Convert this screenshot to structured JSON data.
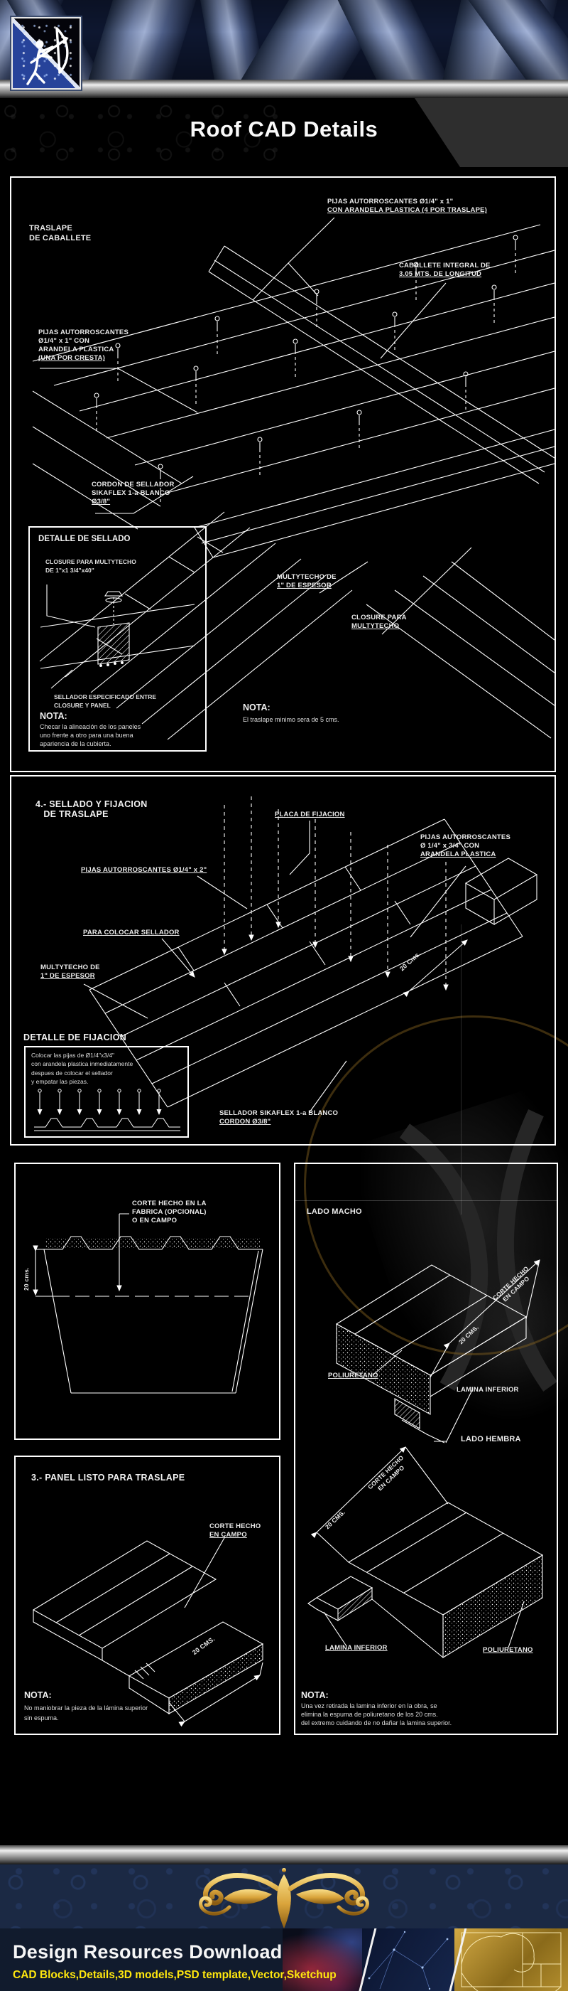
{
  "header": {
    "title": "Roof CAD Details",
    "logo_name": "archer-logo"
  },
  "p1": {
    "traslape": "TRASLAPE\nDE CABALLETE",
    "pijas_top": "PIJAS AUTORROSCANTES Ø1/4\" x 1\"\nCON ARANDELA PLASTICA (4 POR TRASLAPE)",
    "caballete": "CABALLETE INTEGRAL DE\n3.05 MTS. DE LONGITUD",
    "pijas_left": "PIJAS AUTORROSCANTES\nØ1/4\" x 1\" CON\nARANDELA PLASTICA\n(UNA POR CRESTA)",
    "cordon": "CORDON DE SELLADOR\nSIKAFLEX 1-a BLANCO\nØ3/8\"",
    "multytecho": "MULTYTECHO DE\n1\" DE ESPESOR",
    "closure": "CLOSURE PARA\nMULTYTECHO",
    "nota_label": "NOTA:",
    "nota_text": "El traslape minimo sera de 5 cms.",
    "detail": {
      "title": "DETALLE DE SELLADO",
      "closure": "CLOSURE PARA MULTYTECHO\nDE 1\"x1 3/4\"x40\"",
      "sellador": "SELLADOR ESPECIFICADO ENTRE\nCLOSURE Y PANEL",
      "nota_label": "NOTA:",
      "nota_text": "Checar la alineación de los paneles\nuno frente a otro para una buena\napariencia de la cubierta."
    }
  },
  "p2": {
    "title": "4.- SELLADO Y FIJACION\n   DE TRASLAPE",
    "placa": "PLACA DE FIJACION",
    "pijas_izq": "PIJAS AUTORROSCANTES Ø1/4\" x 2\"",
    "pijas_der": "PIJAS AUTORROSCANTES\nØ 1/4\" x 3/4\" CON\nARANDELA PLASTICA",
    "para_colocar": "PARA COLOCAR SELLADOR",
    "multytecho": "MULTYTECHO DE\n1\" DE ESPESOR",
    "dim20": "20 Cms.",
    "detail_title": "DETALLE DE FIJACION",
    "detail_text": "Colocar las pijas de Ø1/4\"x3/4\"\ncon arandela plastica inmediatamente\ndespues de colocar el sellador\ny empatar las piezas.",
    "sellador_sika": "SELLADOR SIKAFLEX 1-a BLANCO\nCORDON Ø3/8\""
  },
  "p3": {
    "corte": "CORTE HECHO EN LA\nFABRICA (OPCIONAL)\nO EN CAMPO",
    "dim20": "20 cms."
  },
  "p4": {
    "title": "3.- PANEL LISTO PARA TRASLAPE",
    "corte": "CORTE HECHO\nEN CAMPO",
    "dim20": "20 CMS.",
    "nota_label": "NOTA:",
    "nota_text": "No maniobrar la pieza de la lámina superior\nsin espuma."
  },
  "pr": {
    "macho": "LADO MACHO",
    "hembra": "LADO HEMBRA",
    "dim20_macho": "20 CMS.",
    "corte_macho": "CORTE HECHO\nEN CAMPO",
    "dim20_hembra": "20 CMS.",
    "corte_hembra": "CORTE HECHO\nEN CAMPO",
    "poliuretano_macho": "POLIURETANO",
    "lamina_macho": "LAMINA INFERIOR",
    "lamina_hembra": "LAMINA INFERIOR",
    "poliuretano_hembra": "POLIURETANO",
    "nota_label": "NOTA:",
    "nota_text": "Una vez retirada la lamina inferior en la obra, se\nelimina la espuma de poliuretano de los 20 cms.\ndel extremo cuidando de no dañar la lamina superior."
  },
  "footer": {
    "title": "Design Resources Download",
    "subtitle": "CAD Blocks,Details,3D models,PSD template,Vector,Sketchup"
  },
  "colors": {
    "line_white": "#ffffff",
    "gold_accent": "#d9a43b",
    "footer_yellow": "#ffe70e",
    "navy_band": "#1b2944",
    "footer_navy": "#111b2d"
  }
}
